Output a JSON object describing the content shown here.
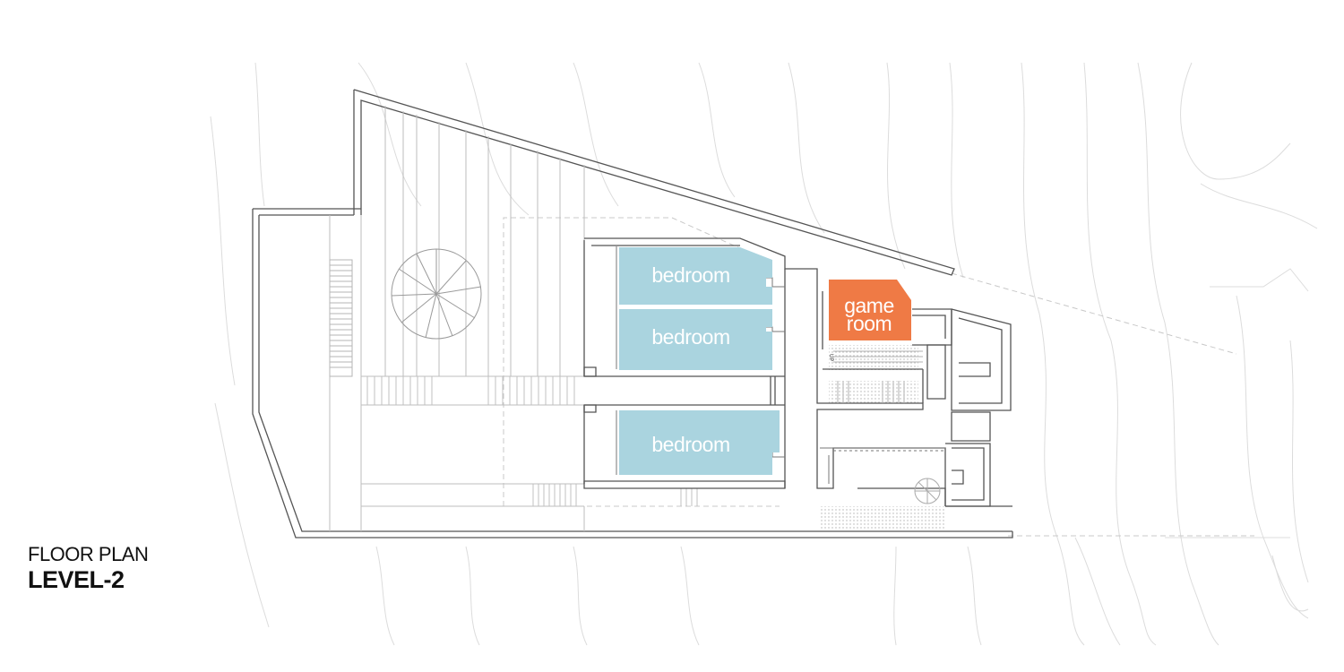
{
  "title": {
    "line1": "FLOOR PLAN",
    "line2": "LEVEL-2"
  },
  "rooms": [
    {
      "label": "bedroom",
      "color": "#aad4df"
    },
    {
      "label": "bedroom",
      "color": "#aad4df"
    },
    {
      "label": "bedroom",
      "color": "#aad4df"
    },
    {
      "label_line1": "game",
      "label_line2": "room",
      "color": "#ef7a45"
    }
  ],
  "small_marks": {
    "up_label": "UP"
  },
  "colors": {
    "wall": "#555555",
    "contour": "#d9d9d9",
    "fine_line": "#bdbdbd"
  }
}
